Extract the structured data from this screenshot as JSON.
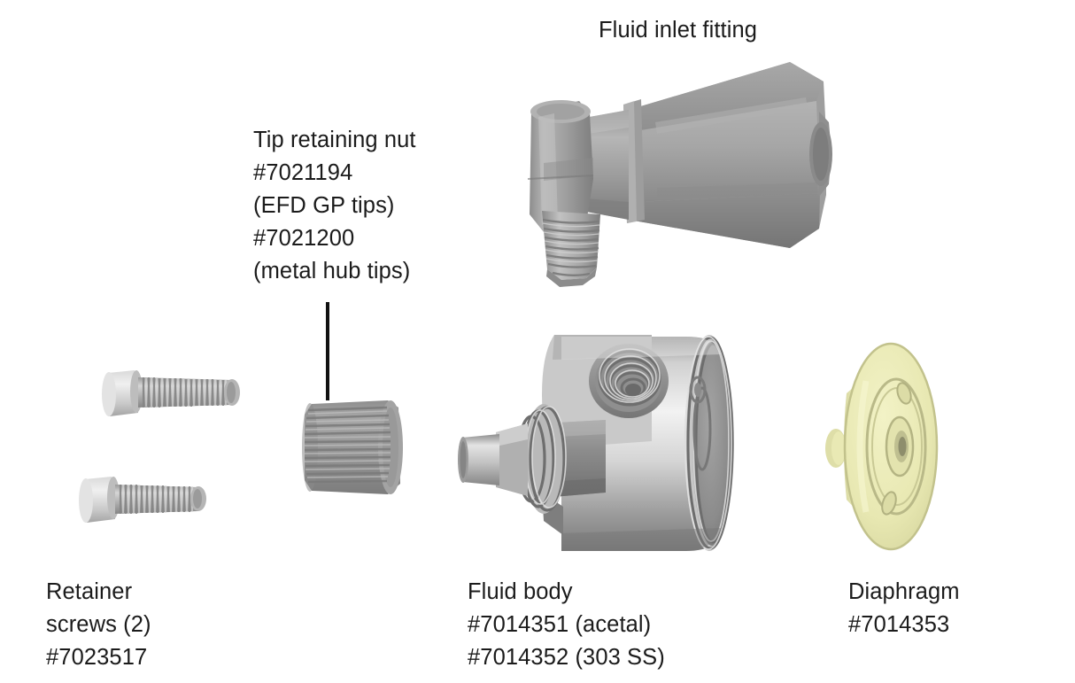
{
  "diagram": {
    "kind": "exploded-assembly-diagram",
    "subject": "dispensing valve fluid section",
    "background_color": "#ffffff",
    "text_color": "#1b1b1b",
    "metal_color": "#9a9a9a",
    "diaphragm_color": "#eaeab0"
  },
  "labels": {
    "fluid_inlet_fitting": {
      "lines": [
        "Fluid inlet fitting"
      ],
      "text": "Fluid inlet fitting"
    },
    "tip_retaining_nut": {
      "lines": [
        "Tip retaining nut",
        "#7021194",
        "(EFD GP tips)",
        "#7021200",
        "(metal hub tips)"
      ],
      "text": "Tip retaining nut\n#7021194\n(EFD GP tips)\n#7021200\n(metal hub tips)"
    },
    "retainer_screws": {
      "lines": [
        "Retainer",
        "screws (2)",
        "#7023517"
      ],
      "text": "Retainer\nscrews (2)\n#7023517"
    },
    "fluid_body": {
      "lines": [
        "Fluid body",
        "#7014351 (acetal)",
        "#7014352 (303 SS)"
      ],
      "text": "Fluid body\n#7014351 (acetal)\n#7014352 (303 SS)"
    },
    "diaphragm": {
      "lines": [
        "Diaphragm",
        "#7014353"
      ],
      "text": "Diaphragm\n#7014353"
    }
  },
  "parts": {
    "fluid_inlet_fitting": {
      "name": "Fluid inlet fitting",
      "part_numbers": []
    },
    "tip_retaining_nut": {
      "name": "Tip retaining nut",
      "part_numbers": [
        "#7021194",
        "#7021200"
      ]
    },
    "retainer_screws": {
      "name": "Retainer screws (2)",
      "part_numbers": [
        "#7023517"
      ],
      "quantity": 2
    },
    "fluid_body": {
      "name": "Fluid body",
      "part_numbers": [
        "#7014351",
        "#7014352"
      ],
      "materials": [
        "acetal",
        "303 SS"
      ]
    },
    "diaphragm": {
      "name": "Diaphragm",
      "part_numbers": [
        "#7014353"
      ]
    }
  }
}
